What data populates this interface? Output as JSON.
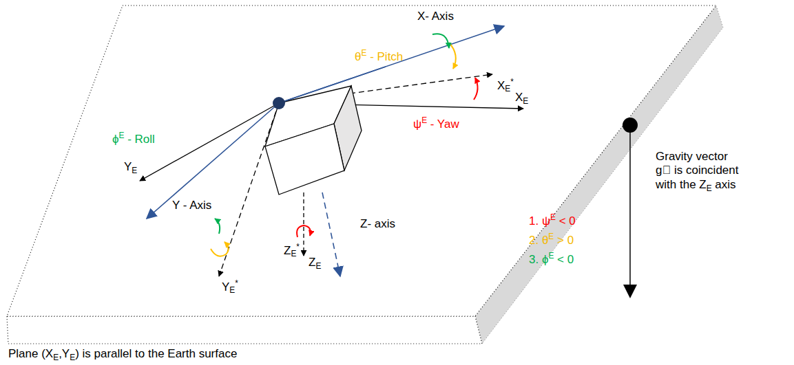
{
  "diagram": {
    "labels": [
      "X- Axis",
      "θE - Pitch",
      "XE*",
      "XE",
      "ψE - Yaw",
      "ϕE - Roll",
      "YE",
      "Y - Axis",
      "YE*",
      "ZE*",
      "ZE",
      "Z- axis",
      "1. ψE < 0",
      "2. θE > 0",
      "3. ϕE < 0",
      "Gravity vector g⃗ is coincident with the ZE axis",
      "Plane (XE,YE) is parallel to the Earth surface"
    ]
  }
}
